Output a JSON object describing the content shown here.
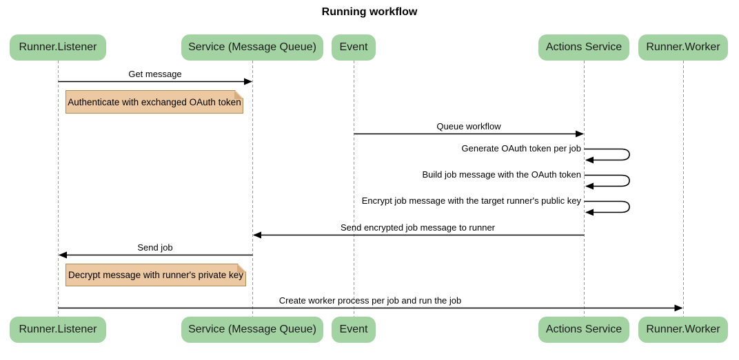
{
  "diagram": {
    "title": "Running workflow",
    "type": "sequence-diagram",
    "participants": [
      "Runner.Listener",
      "Service (Message Queue)",
      "Event",
      "Actions Service",
      "Runner.Worker"
    ],
    "messages": [
      {
        "kind": "arrow",
        "from": "Runner.Listener",
        "to": "Service (Message Queue)",
        "label": "Get message"
      },
      {
        "kind": "note",
        "over": "Runner.Listener",
        "label": "Authenticate with exchanged OAuth token"
      },
      {
        "kind": "arrow",
        "from": "Event",
        "to": "Actions Service",
        "label": "Queue workflow"
      },
      {
        "kind": "self-arrow",
        "from": "Actions Service",
        "to": "Actions Service",
        "label": "Generate OAuth token per job"
      },
      {
        "kind": "self-arrow",
        "from": "Actions Service",
        "to": "Actions Service",
        "label": "Build job message with the OAuth token"
      },
      {
        "kind": "self-arrow",
        "from": "Actions Service",
        "to": "Actions Service",
        "label": "Encrypt job message with the target runner's public key"
      },
      {
        "kind": "arrow",
        "from": "Actions Service",
        "to": "Service (Message Queue)",
        "label": "Send encrypted job message to runner"
      },
      {
        "kind": "arrow",
        "from": "Service (Message Queue)",
        "to": "Runner.Listener",
        "label": "Send job"
      },
      {
        "kind": "note",
        "over": "Runner.Listener",
        "label": "Decrypt message with runner's private key"
      },
      {
        "kind": "arrow",
        "from": "Runner.Listener",
        "to": "Runner.Worker",
        "label": "Create worker process per job and run the job"
      }
    ],
    "colors": {
      "participant_fill": "#a3d3a3",
      "note_fill": "#ecc9a3",
      "note_border": "#aa8a55",
      "lifeline": "#999999",
      "arrow": "#000000",
      "text": "#000000",
      "background": "#ffffff"
    }
  }
}
